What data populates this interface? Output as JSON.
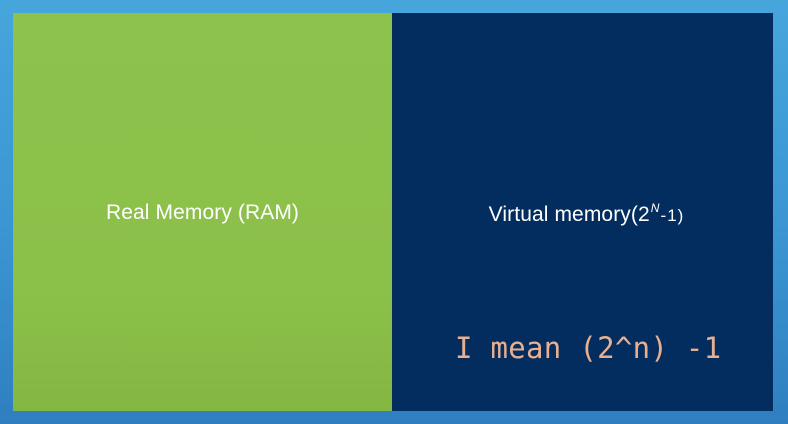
{
  "panels": {
    "left": {
      "label": "Real Memory (RAM)",
      "color": "#8dc24c"
    },
    "right": {
      "label_prefix": "Virtual memory(2",
      "label_superscript": "N",
      "label_suffix": "-1)",
      "color": "#032d5f"
    }
  },
  "overlay_note": "I mean (2^n) -1",
  "colors": {
    "background": "#3f9dd6",
    "text": "#ffffff",
    "note": "#e8b090"
  }
}
